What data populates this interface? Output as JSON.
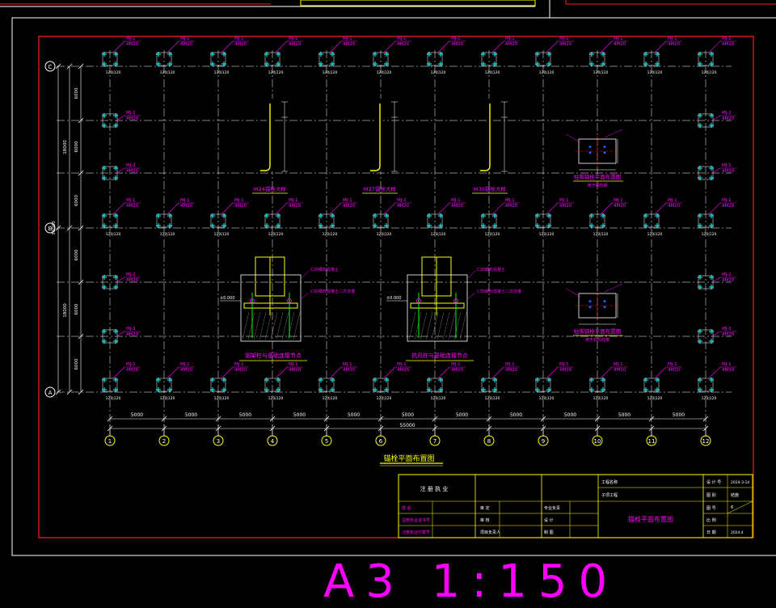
{
  "scale_text": "A3  1:150",
  "plan_title": "锚栓平面布置图",
  "axis_labels_bottom": [
    "1",
    "2",
    "3",
    "4",
    "5",
    "6",
    "7",
    "8",
    "9",
    "10",
    "11",
    "12"
  ],
  "axis_labels_left": [
    "C",
    "B",
    "A"
  ],
  "spacing_bottom": [
    "5000",
    "5000",
    "5000",
    "5000",
    "5000",
    "5000",
    "5000",
    "5000",
    "5000",
    "5000",
    "5000"
  ],
  "total_bottom": "55000",
  "spacing_left": [
    "6000",
    "6000",
    "6000",
    "6000",
    "6000",
    "6000"
  ],
  "total_left_upper": "18000",
  "total_left_mid": "36000",
  "total_left_lower": "18000",
  "anchor_tag_top": "MJ-1",
  "anchor_tag_bottom": "4M20",
  "anchor_tag_side": "MJ-2",
  "dim_small": "120|120",
  "details": {
    "bolt1": "M24锚栓大样",
    "bolt2": "M27锚栓大样",
    "bolt3": "M30锚栓大样",
    "plan1": "柱脚锚栓平面布置图",
    "plan1_sub": "用于钢柱脚",
    "plan2": "柱脚锚栓平面布置图",
    "plan2_sub": "用于抗风柱脚",
    "section1": "钢架柱与基础连接节点",
    "section2": "抗风柱与基础连接节点",
    "sec_note1": "C10细石混凝土",
    "sec_note2": "C30细石混凝土二次浇灌",
    "sec_elev": "±0.000"
  },
  "titleblock": {
    "reg": "注 册 执 业",
    "name": "姓  名",
    "cert": "注册执业证书号",
    "seal": "注册执业印章号",
    "r1a": "审  定",
    "r1b": "专业负责",
    "r2a": "审  核",
    "r2b": "设  计",
    "r3a": "项目负责人",
    "r3b": "制  图",
    "proj_label": "工程名称",
    "sub_label": "子项工程",
    "drawing_title": "锚栓平面布置图",
    "k1": "设 计 号",
    "v1": "2024-3-14",
    "k2": "图  别",
    "v2": "结施",
    "k3": "图  号",
    "v3": "6",
    "k4": "比  例",
    "v4": "",
    "k5": "日  期",
    "v5": "2024.4"
  },
  "colors": {
    "frame": "#ff2020",
    "border": "#ffffff",
    "yellow": "#ffff00",
    "magenta": "#ff00ff",
    "cyan": "#00ffff",
    "white": "#ffffff",
    "grid": "#ffffff",
    "red": "#ff0000",
    "green": "#00ff00",
    "blue": "#2060ff"
  }
}
